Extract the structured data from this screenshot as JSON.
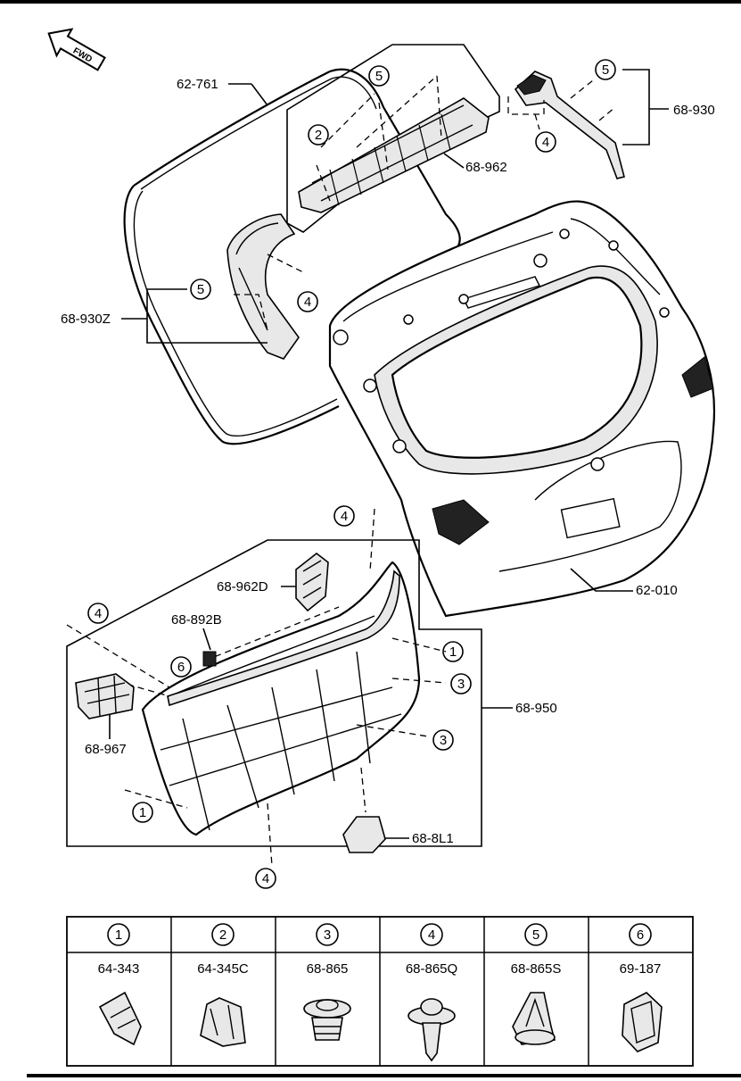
{
  "header": {
    "fwd_label": "FWD"
  },
  "callouts": {
    "seal": "62-761",
    "spoiler": "68-962",
    "trim_right": "68-930",
    "trim_left": "68-930Z",
    "liftgate": "62-010",
    "handle": "68-962D",
    "clip_part": "68-892B",
    "inner_panel": "68-950",
    "pocket": "68-967",
    "cover": "68-8L1"
  },
  "markers": {
    "m1": "1",
    "m2": "2",
    "m3": "3",
    "m4": "4",
    "m5": "5",
    "m6": "6"
  },
  "fastener_table": {
    "columns": [
      {
        "index": "1",
        "part": "64-343",
        "icon": "wire-clip-icon"
      },
      {
        "index": "2",
        "part": "64-345C",
        "icon": "spring-clip-icon"
      },
      {
        "index": "3",
        "part": "68-865",
        "icon": "push-rivet-icon"
      },
      {
        "index": "4",
        "part": "68-865Q",
        "icon": "push-pin-icon"
      },
      {
        "index": "5",
        "part": "68-865S",
        "icon": "trim-clip-icon"
      },
      {
        "index": "6",
        "part": "69-187",
        "icon": "retainer-clip-icon"
      }
    ]
  }
}
